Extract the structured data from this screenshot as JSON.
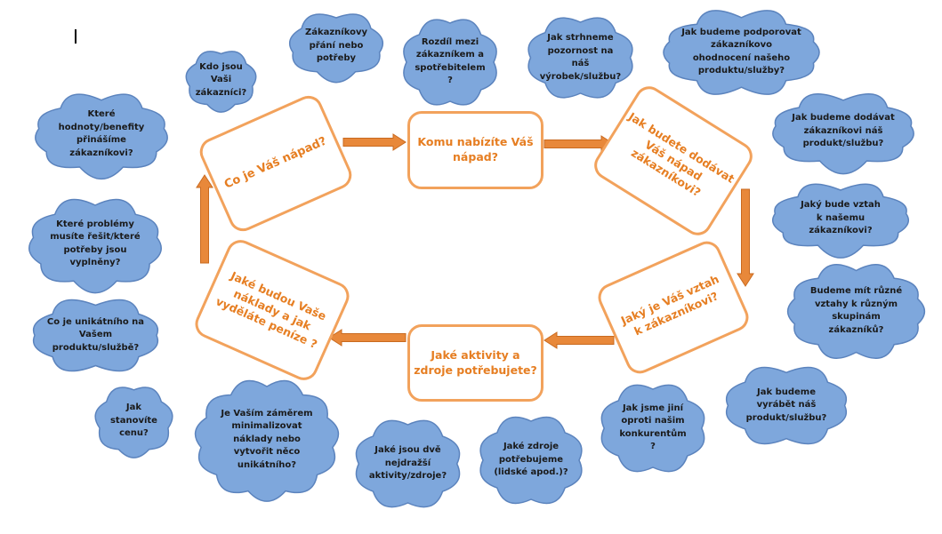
{
  "colors": {
    "cloud_fill": "#7ea7dc",
    "cloud_stroke": "#5b83bd",
    "box_border": "#f2a25c",
    "box_text": "#e67e22",
    "arrow_fill": "#e8883a",
    "arrow_stroke": "#c96a1f"
  },
  "boxes": {
    "idea": "Co je Váš nápad?",
    "customer": "Komu nabízíte Váš\nnápad?",
    "delivery": "Jak budete dodávat\nVáš nápad\nzákazníkovi?",
    "relation": "Jaký je Váš vztah\nk zákazníkovi?",
    "activities": "Jaké aktivity a\nzdroje potřebujete?",
    "costs": "Jaké budou Vaše\nnáklady a jak\nvyděláte peníze ?"
  },
  "clouds": [
    {
      "id": "customers",
      "text": "Kdo jsou\nVaši\nzákazníci?"
    },
    {
      "id": "wishes",
      "text": "Zákazníkovy\npřání nebo\npotřeby"
    },
    {
      "id": "difference",
      "text": "Rozdíl mezi\nzákazníkem a\nspotřebitelem\n?"
    },
    {
      "id": "attention",
      "text": "Jak strhneme\npozornost na\nnáš\nvýrobek/službu?"
    },
    {
      "id": "support-rating",
      "text": "Jak budeme podporovat\nzákazníkovo\nohodnocení našeho\nproduktu/služby?"
    },
    {
      "id": "values",
      "text": "Které\nhodnoty/benefity\npřinášíme\nzákazníkovi?"
    },
    {
      "id": "deliver-product",
      "text": "Jak budeme dodávat\nzákazníkovi náš\nprodukt/službu?"
    },
    {
      "id": "problems",
      "text": "Které problémy\nmusíte řešit/které\npotřeby jsou\nvyplněny?"
    },
    {
      "id": "relation-question",
      "text": "Jaký bude vztah\nk našemu\nzákazníkovi?"
    },
    {
      "id": "different-relations",
      "text": "Budeme mít různé\nvztahy k různým\nskupinám\nzákazníků?"
    },
    {
      "id": "unique",
      "text": "Co je unikátního na\nVašem\nproduktu/službě?"
    },
    {
      "id": "price",
      "text": "Jak\nstanovíte\ncenu?"
    },
    {
      "id": "intent",
      "text": "Je Vaším záměrem\nminimalizovat\nnáklady nebo\nvytvořit něco\nunikátního?"
    },
    {
      "id": "expensive",
      "text": "Jaké jsou dvě\nnejdražší\naktivity/zdroje?"
    },
    {
      "id": "resources",
      "text": "Jaké zdroje\npotřebujeme\n(lidské apod.)?"
    },
    {
      "id": "competitors",
      "text": "Jak jsme jiní\noproti našim\nkonkurentům\n?"
    },
    {
      "id": "produce",
      "text": "Jak budeme\nvyrábět náš\nprodukt/službu?"
    }
  ]
}
